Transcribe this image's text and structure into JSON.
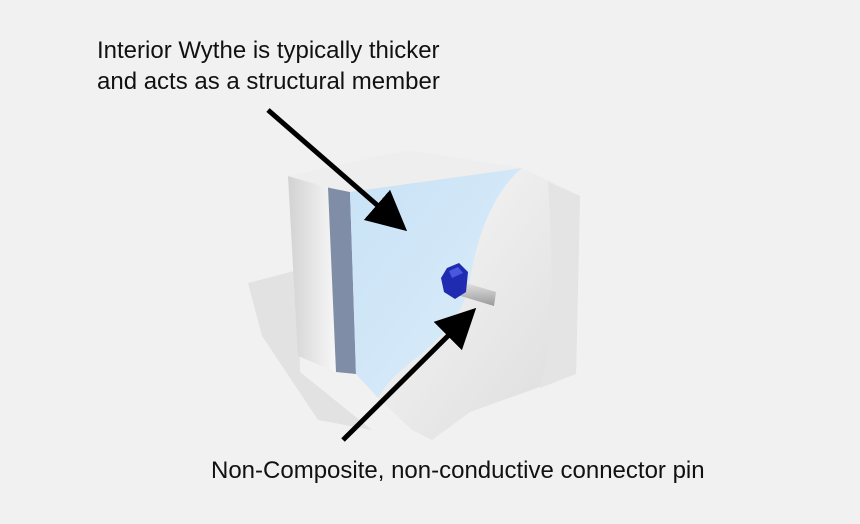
{
  "callouts": {
    "interior_wythe": {
      "line1": "Interior Wythe is typically thicker",
      "line2": "and acts as a structural member"
    },
    "connector_pin": {
      "text": "Non-Composite, non-conductive connector pin"
    }
  },
  "colors": {
    "background": "#f1f1f1",
    "interior_wythe": "#cfe6f7",
    "insulation_edge": "#7f8ea6",
    "exterior_wythe": "#e6e6e6",
    "connector": "#1f2bb0",
    "arrow": "#000000"
  },
  "icons": {
    "arrow_to_interior": "arrow-icon",
    "arrow_to_connector": "arrow-icon"
  }
}
